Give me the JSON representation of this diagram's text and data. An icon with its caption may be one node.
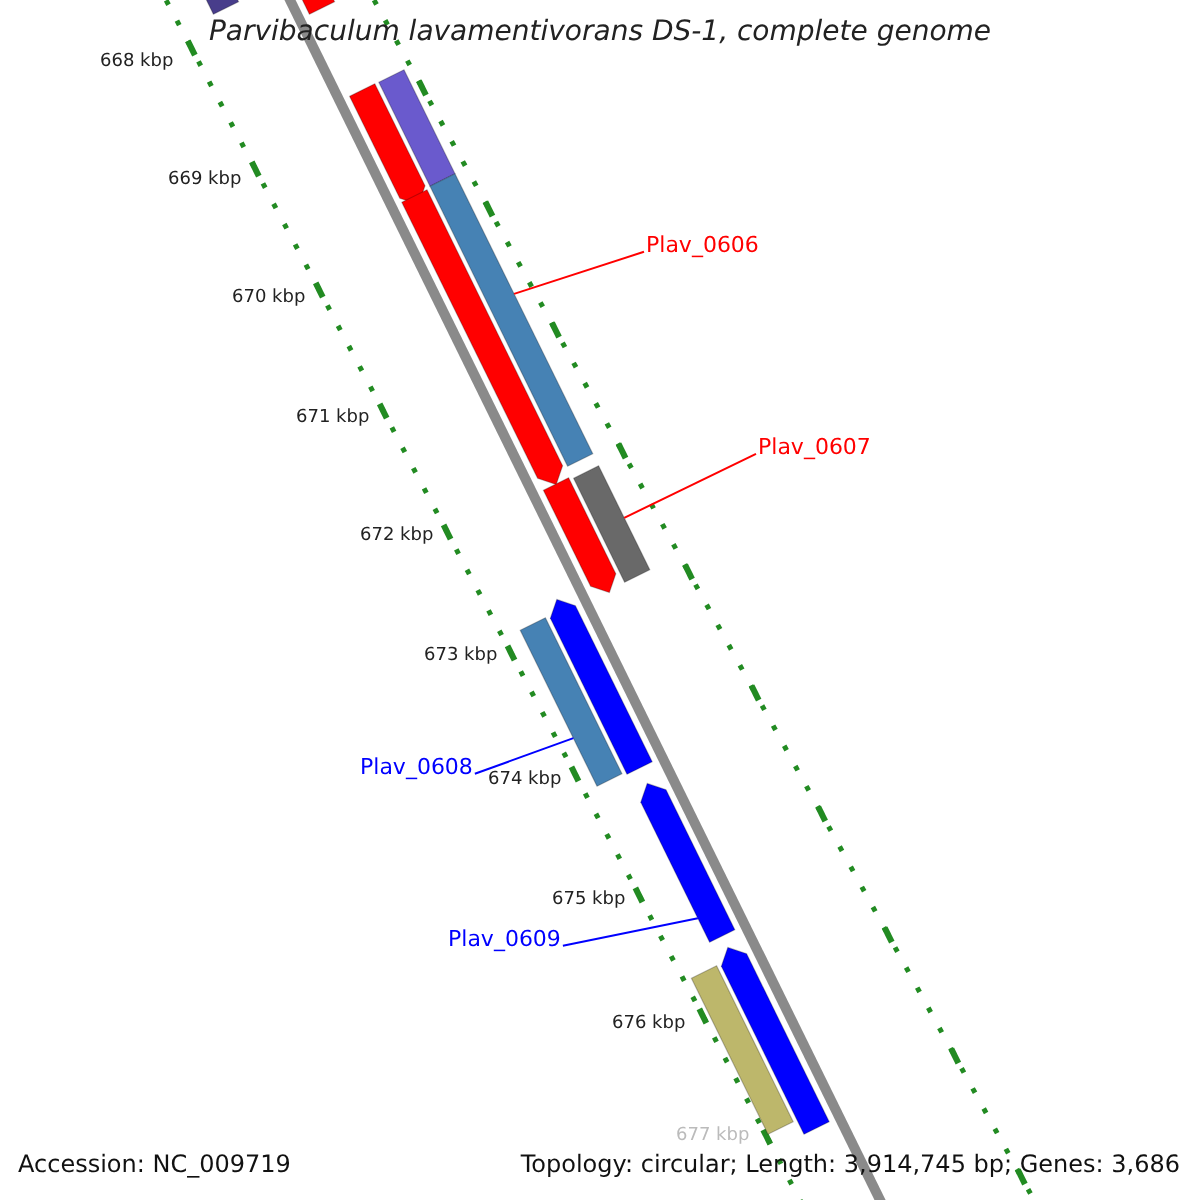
{
  "diagram": {
    "title": "Parvibaculum lavamentivorans DS-1, complete genome",
    "nodes": [
      {
        "text": [],
        "shape": "bar"
      },
      {
        "text": [],
        "shape": "bar"
      },
      {
        "text": [],
        "shape": "arrow"
      },
      {
        "text": [],
        "shape": "bar"
      },
      {
        "text": [],
        "shape": "arrow"
      },
      {
        "text": [],
        "shape": "bar"
      },
      {
        "text": [
          "Plav_0606"
        ]
      },
      {
        "text": [],
        "shape": "arrow"
      },
      {
        "text": [],
        "shape": "bar"
      },
      {
        "text": [
          "Plav_0607"
        ]
      },
      {
        "text": [],
        "shape": "bar"
      },
      {
        "text": [],
        "shape": "arrow"
      },
      {
        "text": [
          "Plav_0608"
        ]
      },
      {
        "text": [],
        "shape": "arrow"
      },
      {
        "text": [
          "Plav_0609"
        ]
      },
      {
        "text": [],
        "shape": "bar"
      },
      {
        "text": [],
        "shape": "arrow"
      }
    ],
    "edges": [
      {
        "from": 6,
        "to": 5,
        "arrow": "none",
        "color": "#ff0000"
      },
      {
        "from": 9,
        "to": 8,
        "arrow": "none",
        "color": "#ff0000"
      },
      {
        "from": 12,
        "to": 10,
        "arrow": "none",
        "color": "#0000ff"
      },
      {
        "from": 14,
        "to": 13,
        "arrow": "none",
        "color": "#0000ff"
      }
    ],
    "labels": [
      "668 kbp",
      "669 kbp",
      "670 kbp",
      "671 kbp",
      "672 kbp",
      "673 kbp",
      "674 kbp",
      "675 kbp",
      "676 kbp",
      "677 kbp",
      "Accession: NC_009719",
      "Topology: circular; Length: 3,914,745 bp; Genes: 3,686"
    ]
  }
}
